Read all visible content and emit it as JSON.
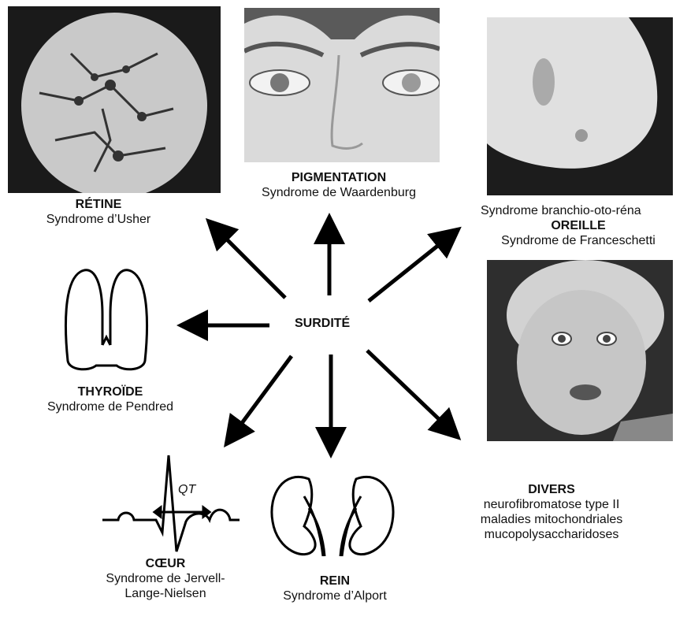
{
  "center": "SURDITÉ",
  "retine": {
    "title": "RÉTINE",
    "syndrome": "Syndrome d’Usher"
  },
  "pigmentation": {
    "title": "PIGMENTATION",
    "syndrome": "Syndrome de Waardenburg"
  },
  "oreille": {
    "syndrome_top": "Syndrome branchio-oto-réna",
    "title": "OREILLE",
    "syndrome": "Syndrome de Franceschetti"
  },
  "thyroide": {
    "title": "THYROÏDE",
    "syndrome": "Syndrome de Pendred"
  },
  "coeur": {
    "title": "CŒUR",
    "syndrome_line1": "Syndrome de Jervell-",
    "syndrome_line2": "Lange-Nielsen",
    "ecg_label": "QT"
  },
  "rein": {
    "title": "REIN",
    "syndrome": "Syndrome d’Alport"
  },
  "divers": {
    "title": "DIVERS",
    "items": [
      "neurofibromatose type II",
      "maladies mitochondriales",
      "mucopolysaccharidoses"
    ]
  }
}
